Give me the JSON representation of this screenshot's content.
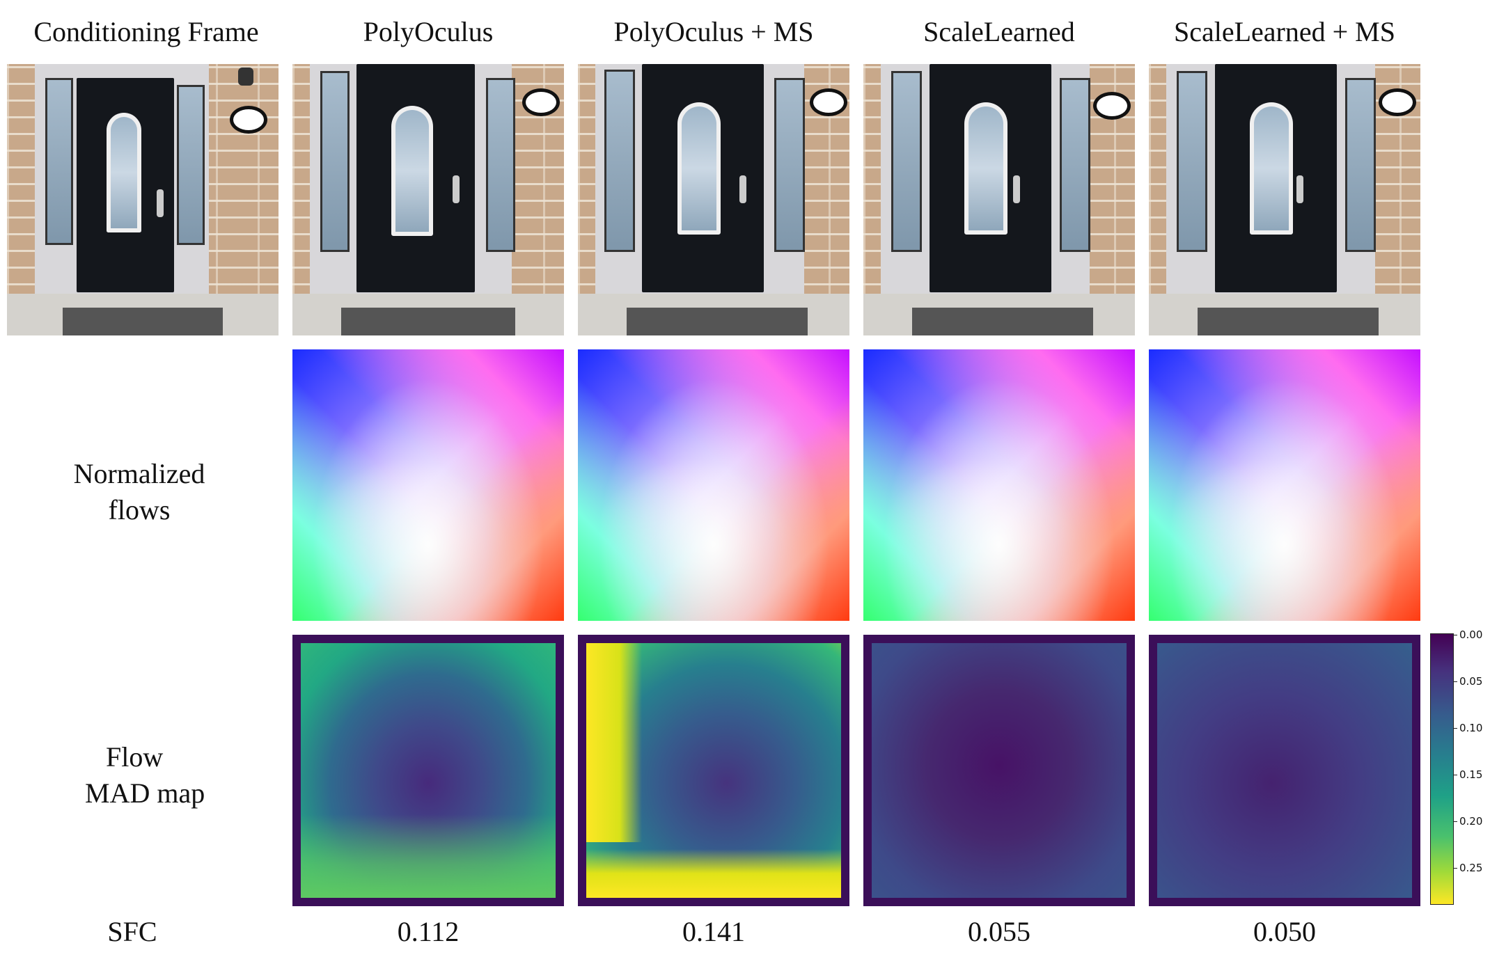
{
  "columns": [
    "Conditioning Frame",
    "PolyOculus",
    "PolyOculus + MS",
    "ScaleLearned",
    "ScaleLearned + MS"
  ],
  "row_labels": {
    "flows": [
      "Normalized",
      "flows"
    ],
    "mad": [
      "Flow",
      "MAD map"
    ],
    "sfc": "SFC"
  },
  "sfc_values": [
    "0.112",
    "0.141",
    "0.055",
    "0.050"
  ],
  "colorbar": {
    "ticks": [
      "0.00",
      "0.05",
      "0.10",
      "0.15",
      "0.20",
      "0.25"
    ],
    "colormap": "viridis-reversed"
  }
}
